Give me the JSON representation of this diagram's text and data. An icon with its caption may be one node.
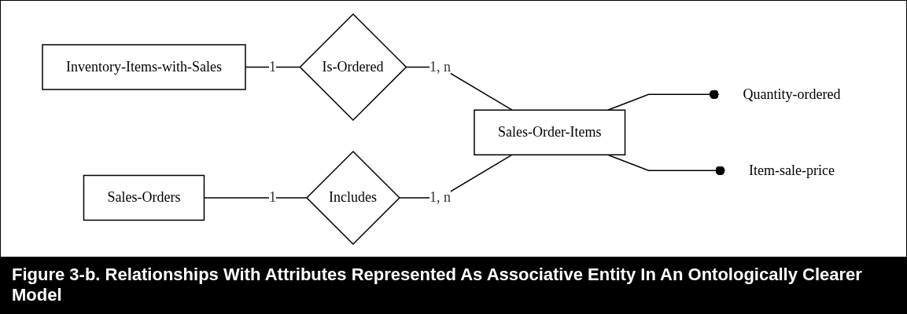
{
  "diagram": {
    "caption": "Figure 3-b. Relationships With Attributes Represented As Associative Entity In An Ontologically Clearer Model",
    "nodes": [
      {
        "text": [
          "Inventory-Items-with-Sales"
        ]
      },
      {
        "text": [
          "Is-Ordered"
        ]
      },
      {
        "text": [
          "Sales-Order-Items"
        ]
      },
      {
        "text": [
          "Sales-Orders"
        ]
      },
      {
        "text": [
          "Includes"
        ]
      },
      {
        "text": [
          "Quantity-ordered"
        ]
      },
      {
        "text": [
          "Item-sale-price"
        ]
      }
    ],
    "edges": [
      {
        "from": 0,
        "to": 1,
        "arrow": "none",
        "label": "1"
      },
      {
        "from": 1,
        "to": 2,
        "arrow": "none",
        "label": "1, n"
      },
      {
        "from": 3,
        "to": 4,
        "arrow": "none",
        "label": "1"
      },
      {
        "from": 4,
        "to": 2,
        "arrow": "none",
        "label": "1, n"
      },
      {
        "from": 2,
        "to": 5,
        "arrow": "other"
      },
      {
        "from": 2,
        "to": 6,
        "arrow": "other"
      }
    ]
  }
}
